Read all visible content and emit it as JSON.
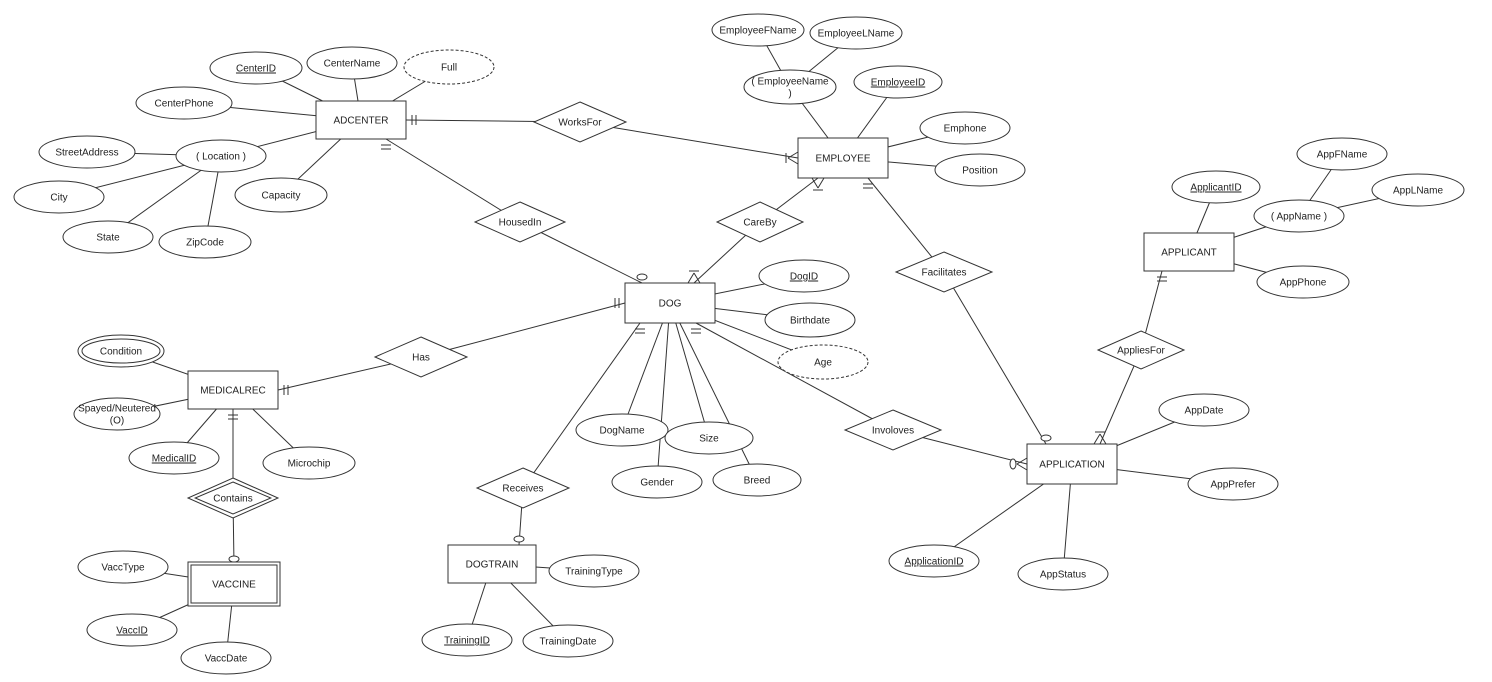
{
  "entities": [
    {
      "id": "adcenter",
      "label": "ADCENTER",
      "weak": false
    },
    {
      "id": "employee",
      "label": "EMPLOYEE",
      "weak": false
    },
    {
      "id": "applicant",
      "label": "APPLICANT",
      "weak": false
    },
    {
      "id": "dog",
      "label": "DOG",
      "weak": false
    },
    {
      "id": "medicalrec",
      "label": "MEDICALREC",
      "weak": false
    },
    {
      "id": "application",
      "label": "APPLICATION",
      "weak": false
    },
    {
      "id": "dogtrain",
      "label": "DOGTRAIN",
      "weak": false
    },
    {
      "id": "vaccine",
      "label": "VACCINE",
      "weak": true
    }
  ],
  "relationships": [
    {
      "id": "worksfor",
      "label": "WorksFor",
      "identifying": false
    },
    {
      "id": "housedin",
      "label": "HousedIn",
      "identifying": false
    },
    {
      "id": "careby",
      "label": "CareBy",
      "identifying": false
    },
    {
      "id": "facilitates",
      "label": "Facilitates",
      "identifying": false
    },
    {
      "id": "appliesfor",
      "label": "AppliesFor",
      "identifying": false
    },
    {
      "id": "has",
      "label": "Has",
      "identifying": false
    },
    {
      "id": "involoves",
      "label": "Involoves",
      "identifying": false
    },
    {
      "id": "receives",
      "label": "Receives",
      "identifying": false
    },
    {
      "id": "contains",
      "label": "Contains",
      "identifying": true
    }
  ],
  "attributes": [
    {
      "id": "centerid",
      "lines": [
        "CenterID"
      ],
      "key": true,
      "derived": false,
      "multivalued": false
    },
    {
      "id": "centername",
      "lines": [
        "CenterName"
      ],
      "key": false,
      "derived": false,
      "multivalued": false
    },
    {
      "id": "full",
      "lines": [
        "Full"
      ],
      "key": false,
      "derived": true,
      "multivalued": false
    },
    {
      "id": "centerphone",
      "lines": [
        "CenterPhone"
      ],
      "key": false,
      "derived": false,
      "multivalued": false
    },
    {
      "id": "location",
      "lines": [
        "( Location )"
      ],
      "key": false,
      "derived": false,
      "multivalued": false
    },
    {
      "id": "streetaddress",
      "lines": [
        "StreetAddress"
      ],
      "key": false,
      "derived": false,
      "multivalued": false
    },
    {
      "id": "city",
      "lines": [
        "City"
      ],
      "key": false,
      "derived": false,
      "multivalued": false
    },
    {
      "id": "state",
      "lines": [
        "State"
      ],
      "key": false,
      "derived": false,
      "multivalued": false
    },
    {
      "id": "zipcode",
      "lines": [
        "ZipCode"
      ],
      "key": false,
      "derived": false,
      "multivalued": false
    },
    {
      "id": "capacity",
      "lines": [
        "Capacity"
      ],
      "key": false,
      "derived": false,
      "multivalued": false
    },
    {
      "id": "employeefname",
      "lines": [
        "EmployeeFName"
      ],
      "key": false,
      "derived": false,
      "multivalued": false
    },
    {
      "id": "employeelname",
      "lines": [
        "EmployeeLName"
      ],
      "key": false,
      "derived": false,
      "multivalued": false
    },
    {
      "id": "employeename",
      "lines": [
        "( EmployeeName",
        ")"
      ],
      "key": false,
      "derived": false,
      "multivalued": false
    },
    {
      "id": "employeeid",
      "lines": [
        "EmployeeID"
      ],
      "key": true,
      "derived": false,
      "multivalued": false
    },
    {
      "id": "emphone",
      "lines": [
        "Emphone"
      ],
      "key": false,
      "derived": false,
      "multivalued": false
    },
    {
      "id": "position",
      "lines": [
        "Position"
      ],
      "key": false,
      "derived": false,
      "multivalued": false
    },
    {
      "id": "appfname",
      "lines": [
        "AppFName"
      ],
      "key": false,
      "derived": false,
      "multivalued": false
    },
    {
      "id": "applname",
      "lines": [
        "AppLName"
      ],
      "key": false,
      "derived": false,
      "multivalued": false
    },
    {
      "id": "appname",
      "lines": [
        "( AppName )"
      ],
      "key": false,
      "derived": false,
      "multivalued": false
    },
    {
      "id": "applicantid",
      "lines": [
        "ApplicantID"
      ],
      "key": true,
      "derived": false,
      "multivalued": false
    },
    {
      "id": "appphone",
      "lines": [
        "AppPhone"
      ],
      "key": false,
      "derived": false,
      "multivalued": false
    },
    {
      "id": "dogid",
      "lines": [
        "DogID"
      ],
      "key": true,
      "derived": false,
      "multivalued": false
    },
    {
      "id": "birthdate",
      "lines": [
        "Birthdate"
      ],
      "key": false,
      "derived": false,
      "multivalued": false
    },
    {
      "id": "age",
      "lines": [
        "Age"
      ],
      "key": false,
      "derived": true,
      "multivalued": false
    },
    {
      "id": "dogname",
      "lines": [
        "DogName"
      ],
      "key": false,
      "derived": false,
      "multivalued": false
    },
    {
      "id": "size",
      "lines": [
        "Size"
      ],
      "key": false,
      "derived": false,
      "multivalued": false
    },
    {
      "id": "gender",
      "lines": [
        "Gender"
      ],
      "key": false,
      "derived": false,
      "multivalued": false
    },
    {
      "id": "breed",
      "lines": [
        "Breed"
      ],
      "key": false,
      "derived": false,
      "multivalued": false
    },
    {
      "id": "condition",
      "lines": [
        "Condition"
      ],
      "key": false,
      "derived": false,
      "multivalued": true
    },
    {
      "id": "spayed",
      "lines": [
        "Spayed/Neutered",
        "(O)"
      ],
      "key": false,
      "derived": false,
      "multivalued": false
    },
    {
      "id": "medicalid",
      "lines": [
        "MedicalID"
      ],
      "key": true,
      "derived": false,
      "multivalued": false
    },
    {
      "id": "microchip",
      "lines": [
        "Microchip"
      ],
      "key": false,
      "derived": false,
      "multivalued": false
    },
    {
      "id": "vacctype",
      "lines": [
        "VaccType"
      ],
      "key": false,
      "derived": false,
      "multivalued": false
    },
    {
      "id": "vaccid",
      "lines": [
        "VaccID"
      ],
      "key": true,
      "derived": false,
      "multivalued": false
    },
    {
      "id": "vaccdate",
      "lines": [
        "VaccDate"
      ],
      "key": false,
      "derived": false,
      "multivalued": false
    },
    {
      "id": "trainingtype",
      "lines": [
        "TrainingType"
      ],
      "key": false,
      "derived": false,
      "multivalued": false
    },
    {
      "id": "trainingid",
      "lines": [
        "TrainingID"
      ],
      "key": true,
      "derived": false,
      "multivalued": false
    },
    {
      "id": "trainingdate",
      "lines": [
        "TrainingDate"
      ],
      "key": false,
      "derived": false,
      "multivalued": false
    },
    {
      "id": "appdate",
      "lines": [
        "AppDate"
      ],
      "key": false,
      "derived": false,
      "multivalued": false
    },
    {
      "id": "appprefer",
      "lines": [
        "AppPrefer"
      ],
      "key": false,
      "derived": false,
      "multivalued": false
    },
    {
      "id": "applicationid",
      "lines": [
        "ApplicationID"
      ],
      "key": true,
      "derived": false,
      "multivalued": false
    },
    {
      "id": "appstatus",
      "lines": [
        "AppStatus"
      ],
      "key": false,
      "derived": false,
      "multivalued": false
    }
  ],
  "attribute_links": [
    [
      "centerid",
      "adcenter"
    ],
    [
      "centername",
      "adcenter"
    ],
    [
      "full",
      "adcenter"
    ],
    [
      "centerphone",
      "adcenter"
    ],
    [
      "location",
      "adcenter"
    ],
    [
      "capacity",
      "adcenter"
    ],
    [
      "streetaddress",
      "location"
    ],
    [
      "city",
      "location"
    ],
    [
      "state",
      "location"
    ],
    [
      "zipcode",
      "location"
    ],
    [
      "employeefname",
      "employeename"
    ],
    [
      "employeelname",
      "employeename"
    ],
    [
      "employeename",
      "employee"
    ],
    [
      "employeeid",
      "employee"
    ],
    [
      "emphone",
      "employee"
    ],
    [
      "position",
      "employee"
    ],
    [
      "appfname",
      "appname"
    ],
    [
      "applname",
      "appname"
    ],
    [
      "appname",
      "applicant"
    ],
    [
      "applicantid",
      "applicant"
    ],
    [
      "appphone",
      "applicant"
    ],
    [
      "dogid",
      "dog"
    ],
    [
      "birthdate",
      "dog"
    ],
    [
      "age",
      "dog"
    ],
    [
      "dogname",
      "dog"
    ],
    [
      "size",
      "dog"
    ],
    [
      "gender",
      "dog"
    ],
    [
      "breed",
      "dog"
    ],
    [
      "condition",
      "medicalrec"
    ],
    [
      "spayed",
      "medicalrec"
    ],
    [
      "medicalid",
      "medicalrec"
    ],
    [
      "microchip",
      "medicalrec"
    ],
    [
      "vacctype",
      "vaccine"
    ],
    [
      "vaccid",
      "vaccine"
    ],
    [
      "vaccdate",
      "vaccine"
    ],
    [
      "trainingtype",
      "dogtrain"
    ],
    [
      "trainingid",
      "dogtrain"
    ],
    [
      "trainingdate",
      "dogtrain"
    ],
    [
      "appdate",
      "application"
    ],
    [
      "appprefer",
      "application"
    ],
    [
      "applicationid",
      "application"
    ],
    [
      "appstatus",
      "application"
    ]
  ],
  "relationship_links": [
    {
      "rel": "worksfor",
      "from": "adcenter",
      "from_end": "one-and-only-one",
      "to": "employee",
      "to_end": "one-or-many"
    },
    {
      "rel": "housedin",
      "from": "adcenter",
      "from_end": "one-and-only-one",
      "to": "dog",
      "to_end": "zero-or-one"
    },
    {
      "rel": "careby",
      "from": "employee",
      "from_end": "one-or-many",
      "to": "dog",
      "to_end": "one-or-many"
    },
    {
      "rel": "facilitates",
      "from": "employee",
      "from_end": "one-and-only-one",
      "to": "application",
      "to_end": "zero-or-one"
    },
    {
      "rel": "appliesfor",
      "from": "applicant",
      "from_end": "one-and-only-one",
      "to": "application",
      "to_end": "one-or-many"
    },
    {
      "rel": "has",
      "from": "medicalrec",
      "from_end": "one-and-only-one",
      "to": "dog",
      "to_end": "one-and-only-one"
    },
    {
      "rel": "involoves",
      "from": "dog",
      "from_end": "one-and-only-one",
      "to": "application",
      "to_end": "zero-or-many"
    },
    {
      "rel": "receives",
      "from": "dog",
      "from_end": "one-and-only-one",
      "to": "dogtrain",
      "to_end": "zero-or-one"
    },
    {
      "rel": "contains",
      "from": "medicalrec",
      "from_end": "one-and-only-one",
      "to": "vaccine",
      "to_end": "zero-or-one"
    }
  ]
}
